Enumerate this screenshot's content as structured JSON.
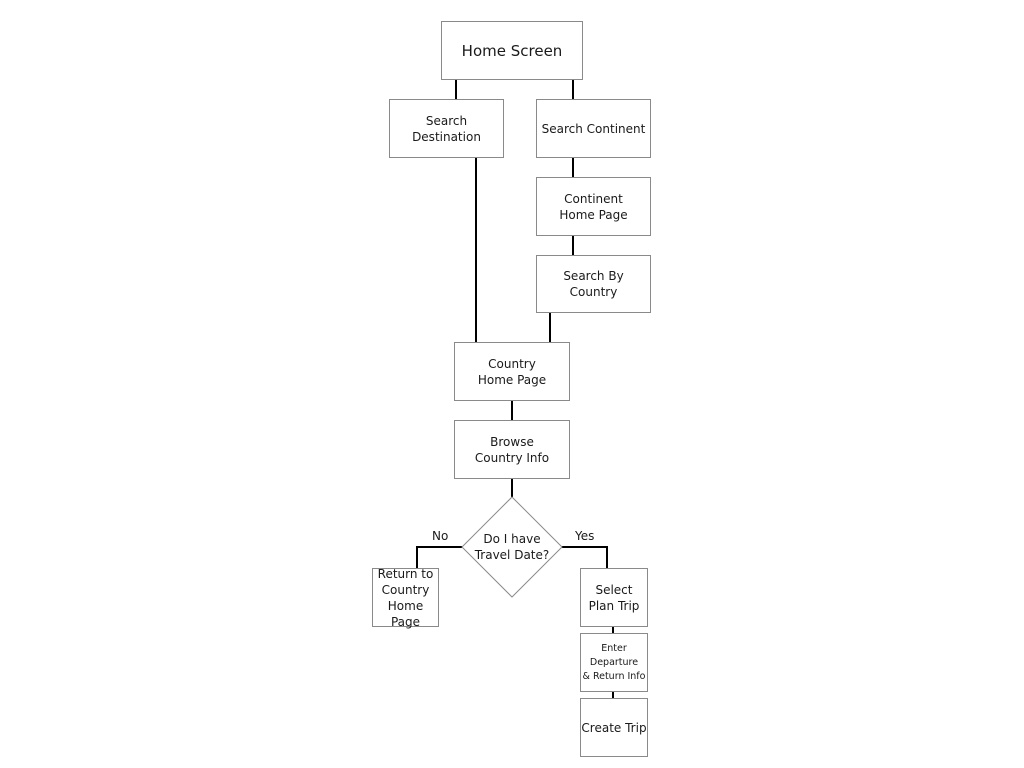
{
  "nodes": {
    "home_screen": "Home Screen",
    "search_destination": "Search Destination",
    "search_continent": "Search Continent",
    "continent_home_page": "Continent\nHome Page",
    "search_by_country": "Search By\nCountry",
    "country_home_page": "Country\nHome Page",
    "browse_country_info": "Browse\nCountry Info",
    "decision_travel_date": "Do I have\nTravel Date?",
    "return_to_country_home": "Return to\nCountry\nHome Page",
    "select_plan_trip": "Select\nPlan Trip",
    "enter_departure_return": "Enter\nDeparture\n& Return Info",
    "create_trip": "Create Trip"
  },
  "labels": {
    "no": "No",
    "yes": "Yes"
  },
  "colors": {
    "box_border": "#8a8a8a",
    "connector": "#000000",
    "text": "#1a1a1a"
  }
}
